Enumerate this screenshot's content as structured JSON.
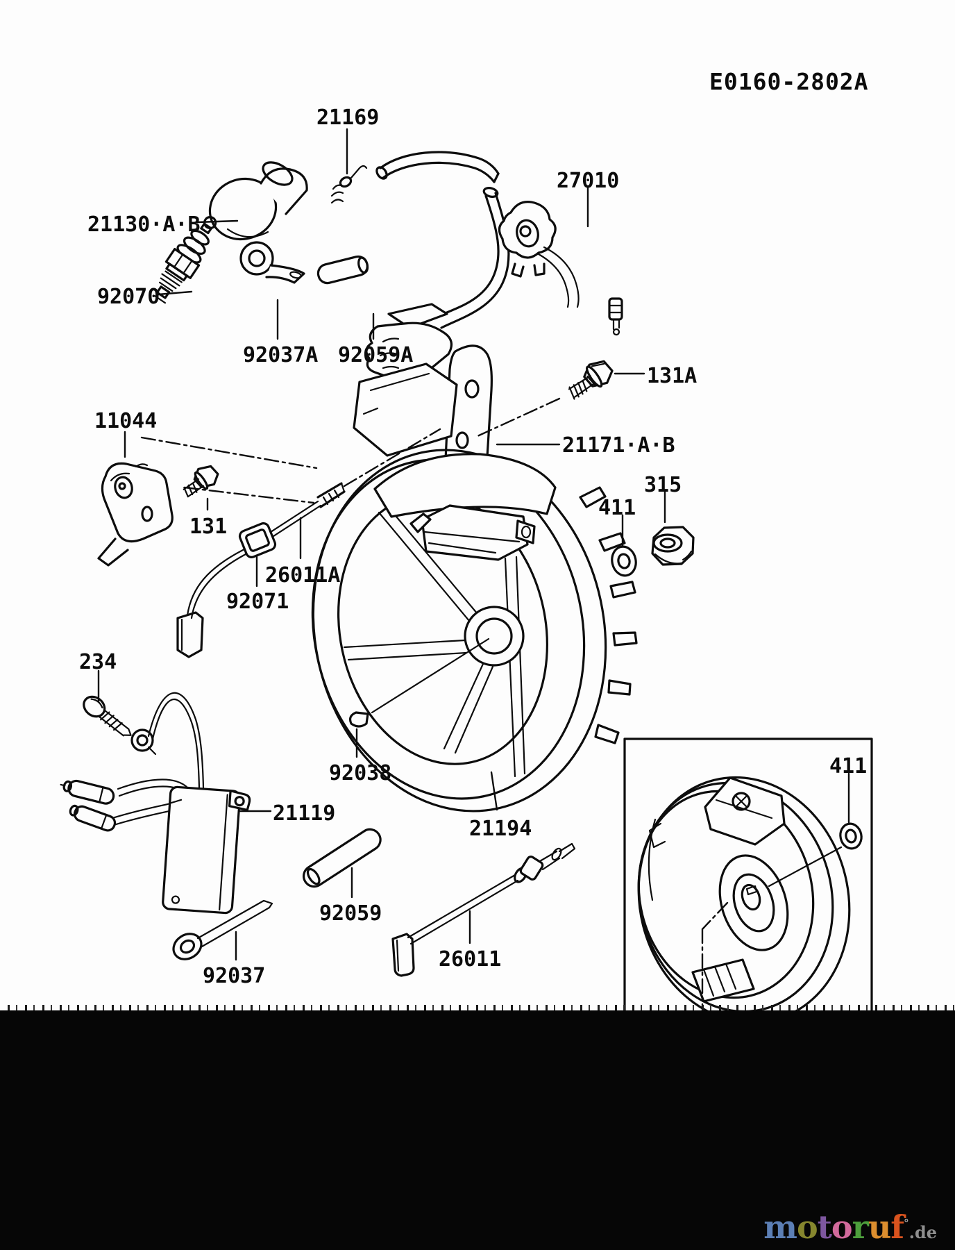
{
  "labels": {
    "code": "E0160-2802A",
    "p21169": "21169",
    "p21130": "21130·A·B",
    "p92070": "92070",
    "p92037A": "92037A",
    "p92059A": "92059A",
    "p27010": "27010",
    "p131A": "131A",
    "p11044": "11044",
    "p21171": "21171·A·B",
    "p131": "131",
    "p26011A": "26011A",
    "p92071": "92071",
    "p315": "315",
    "p411": "411",
    "p234": "234",
    "p21119": "21119",
    "p92038": "92038",
    "p21194": "21194",
    "p92059": "92059",
    "p92037": "92037",
    "p26011": "26011",
    "p411_inset": "411"
  },
  "colors": {
    "line_art": "#0d0d0d",
    "background": "#fdfdfd",
    "footer_band": "#060606"
  },
  "watermark": {
    "letters": [
      {
        "ch": "m",
        "color": "#5c7fb5"
      },
      {
        "ch": "o",
        "color": "#86862e"
      },
      {
        "ch": "t",
        "color": "#7e57a0"
      },
      {
        "ch": "o",
        "color": "#d26a9c"
      },
      {
        "ch": "r",
        "color": "#4d9e3c"
      },
      {
        "ch": "u",
        "color": "#dc8e2e"
      },
      {
        "ch": "f",
        "color": "#d9531e"
      }
    ],
    "mark": "°",
    "mark_color": "#b0b0b0",
    "suffix": ".de",
    "suffix_color": "#8f8f8f"
  }
}
